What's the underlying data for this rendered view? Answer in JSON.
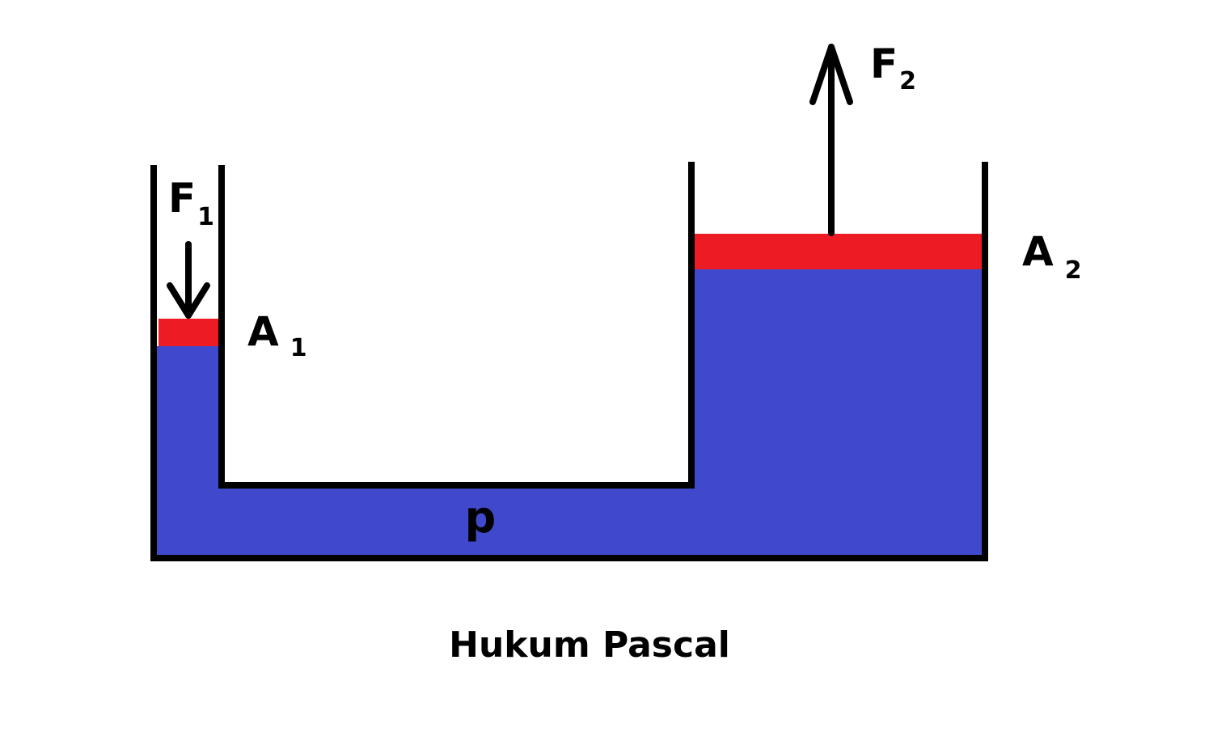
{
  "diagram": {
    "caption": "Hukum Pascal",
    "labels": {
      "f1": {
        "main": "F",
        "sub": "1"
      },
      "f2": {
        "main": "F",
        "sub": "2"
      },
      "a1": {
        "main": "A",
        "sub": "1"
      },
      "a2": {
        "main": "A",
        "sub": "2"
      },
      "pressure": "p"
    },
    "colors": {
      "fluid": "#4049cc",
      "piston": "#ed1c24",
      "wall": "#000000",
      "background": "#ffffff"
    },
    "icons": {
      "force_in": "arrow-down-icon",
      "force_out": "arrow-up-icon"
    }
  }
}
